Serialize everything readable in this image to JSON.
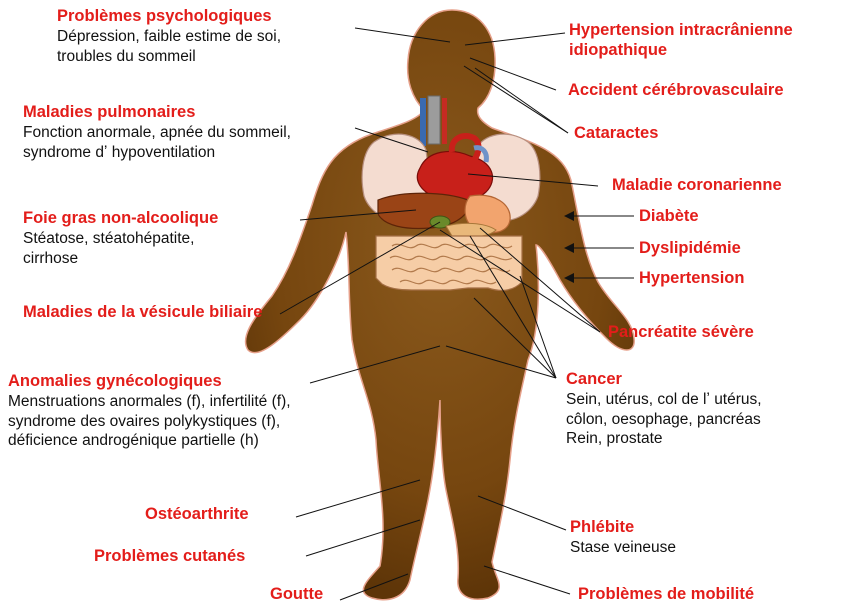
{
  "colors": {
    "title": "#e31d1a",
    "text": "#111111",
    "body": "#7a4a14",
    "line": "#111111"
  },
  "labels": {
    "psych": {
      "title": "Problèmes psychologiques",
      "desc": [
        "Dépression, faible estime de soi,",
        "troubles du sommeil"
      ]
    },
    "pulm": {
      "title": "Maladies pulmonaires",
      "desc": [
        "Fonction anormale, apnée du sommeil,",
        "syndrome dʼ hypoventilation"
      ]
    },
    "foie": {
      "title": "Foie gras non-alcoolique",
      "desc": [
        "Stéatose, stéatohépatite,",
        "cirrhose"
      ]
    },
    "vesicule": {
      "title": "Maladies de la vésicule biliaire"
    },
    "gyn": {
      "title": "Anomalies gynécologiques",
      "desc": [
        "Menstruations anormales (f), infertilité (f),",
        "syndrome des ovaires polykystiques (f),",
        "déficience androgénique partielle (h)"
      ]
    },
    "osteo": {
      "title": "Ostéoarthrite"
    },
    "cutanes": {
      "title": "Problèmes cutanés"
    },
    "goutte": {
      "title": "Goutte"
    },
    "htic": {
      "title": [
        "Hypertension intracrânienne",
        "idiopathique"
      ]
    },
    "avc": {
      "title": "Accident cérébrovasculaire"
    },
    "cataractes": {
      "title": "Cataractes"
    },
    "coronaire": {
      "title": "Maladie coronarienne"
    },
    "diabete": {
      "title": "Diabète"
    },
    "dyslip": {
      "title": "Dyslipidémie"
    },
    "hta": {
      "title": "Hypertension"
    },
    "pancreatite": {
      "title": "Pancréatite sévère"
    },
    "cancer": {
      "title": "Cancer",
      "desc": [
        "Sein, utérus, col de lʼ utérus,",
        "côlon, oesophage, pancréas",
        "Rein, prostate"
      ]
    },
    "phlebite": {
      "title": "Phlébite",
      "desc": [
        "Stase veineuse"
      ]
    },
    "mobilite": {
      "title": "Problèmes de mobilité"
    }
  }
}
